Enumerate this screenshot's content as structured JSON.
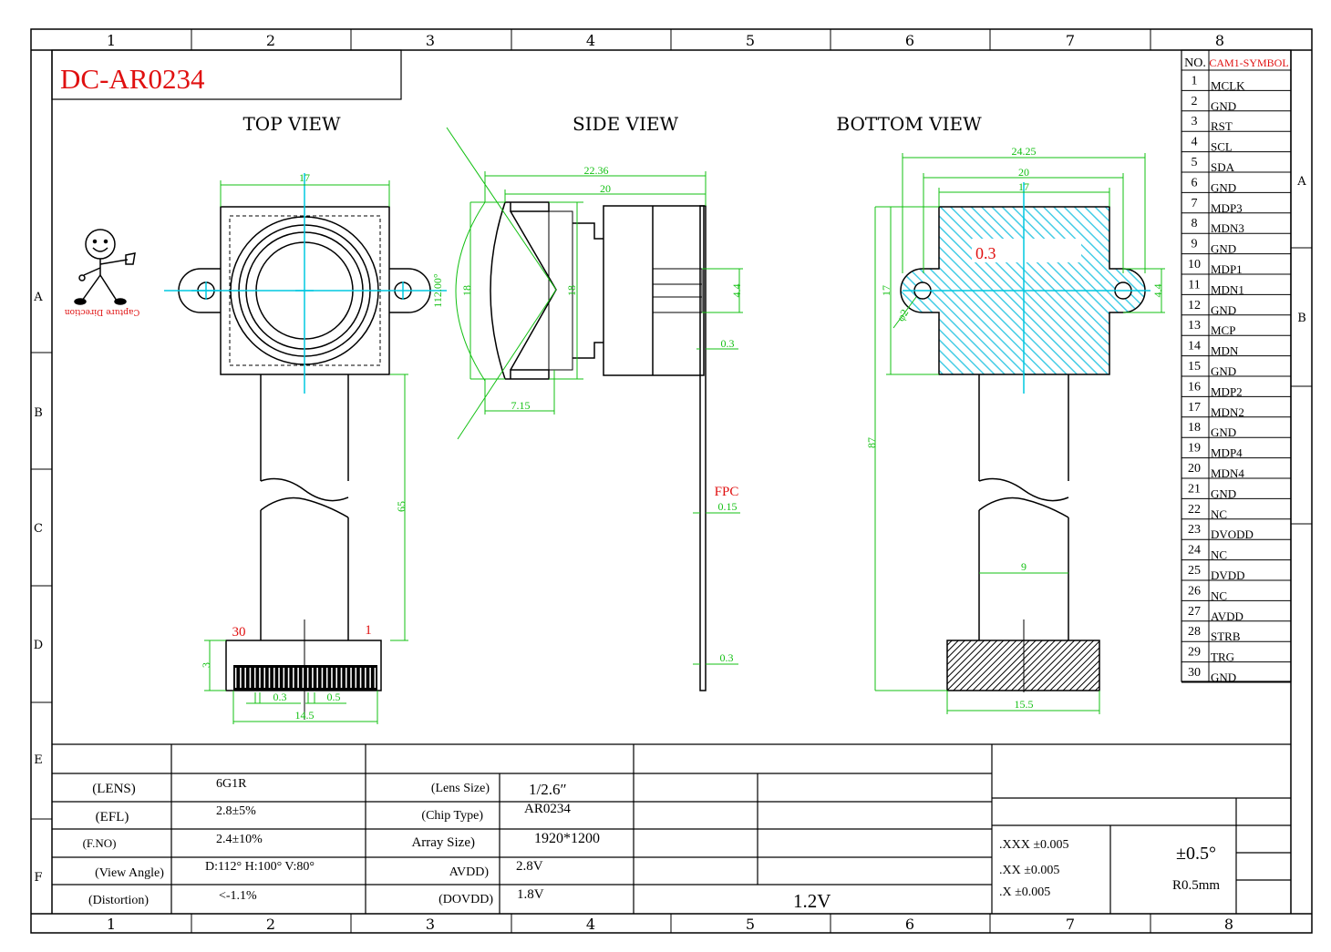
{
  "title": "DC-AR0234",
  "grid": {
    "cols": [
      "1",
      "2",
      "3",
      "4",
      "5",
      "6",
      "7",
      "8"
    ],
    "rows_left": [
      "A",
      "B",
      "C",
      "D",
      "E",
      "F"
    ],
    "rows_right": [
      "A",
      "B"
    ]
  },
  "views": {
    "top": "TOP VIEW",
    "side": "SIDE VIEW",
    "bottom": "BOTTOM VIEW"
  },
  "capture_direction": "Capture Direction",
  "dims": {
    "top_width": "17",
    "top_fpc_len": "65",
    "pin30": "30",
    "pin1": "1",
    "conn_h": "3",
    "pitch1": "0.3",
    "pitch2": "0.5",
    "conn_w": "14.5",
    "side_total": "22.36",
    "side_body": "20",
    "side_angle": "112.00°",
    "side_h1": "18",
    "side_h2": "18",
    "side_lens": "7.15",
    "side_44": "4.4",
    "side_03a": "0.3",
    "fpc_label": "FPC",
    "fpc_thk": "0.15",
    "side_03b": "0.3",
    "bot_total": "24.25",
    "bot_20": "20",
    "bot_17": "17",
    "bot_h17": "17",
    "bot_hole": "φ2",
    "bot_44": "4.4",
    "bot_len": "87",
    "bot_fpc_w": "9",
    "bot_conn_w": "15.5",
    "bot_note": "0.3"
  },
  "pin_table": {
    "header_no": "NO.",
    "header_symbol": "CAM1-SYMBOL",
    "pins": [
      {
        "no": "1",
        "sym": "MCLK"
      },
      {
        "no": "2",
        "sym": "GND"
      },
      {
        "no": "3",
        "sym": "RST"
      },
      {
        "no": "4",
        "sym": "SCL"
      },
      {
        "no": "5",
        "sym": "SDA"
      },
      {
        "no": "6",
        "sym": "GND"
      },
      {
        "no": "7",
        "sym": "MDP3"
      },
      {
        "no": "8",
        "sym": "MDN3"
      },
      {
        "no": "9",
        "sym": "GND"
      },
      {
        "no": "10",
        "sym": "MDP1"
      },
      {
        "no": "11",
        "sym": "MDN1"
      },
      {
        "no": "12",
        "sym": "GND"
      },
      {
        "no": "13",
        "sym": "MCP"
      },
      {
        "no": "14",
        "sym": "MDN"
      },
      {
        "no": "15",
        "sym": "GND"
      },
      {
        "no": "16",
        "sym": "MDP2"
      },
      {
        "no": "17",
        "sym": "MDN2"
      },
      {
        "no": "18",
        "sym": "GND"
      },
      {
        "no": "19",
        "sym": "MDP4"
      },
      {
        "no": "20",
        "sym": "MDN4"
      },
      {
        "no": "21",
        "sym": "GND"
      },
      {
        "no": "22",
        "sym": "NC"
      },
      {
        "no": "23",
        "sym": "DVODD"
      },
      {
        "no": "24",
        "sym": "NC"
      },
      {
        "no": "25",
        "sym": "DVDD"
      },
      {
        "no": "26",
        "sym": "NC"
      },
      {
        "no": "27",
        "sym": "AVDD"
      },
      {
        "no": "28",
        "sym": "STRB"
      },
      {
        "no": "29",
        "sym": "TRG"
      },
      {
        "no": "30",
        "sym": "GND"
      }
    ]
  },
  "spec_table": {
    "lens_label": "(LENS)",
    "lens_value": "6G1R",
    "efl_label": "(EFL)",
    "efl_value": "2.8±5%",
    "fno_label": "(F.NO)",
    "fno_value": "2.4±10%",
    "view_label": "(View Angle)",
    "view_value": "D:112° H:100° V:80°",
    "dist_label": "(Distortion)",
    "dist_value": "<-1.1%",
    "lens_size_label": "(Lens Size)",
    "lens_size_value": "1/2.6″",
    "chip_label": "(Chip Type)",
    "chip_value": "AR0234",
    "array_label": "Array Size)",
    "array_value": "1920*1200",
    "avdd_label": "AVDD)",
    "avdd_value": "2.8V",
    "dovdd_label": "(DOVDD)",
    "dovdd_value": "1.8V",
    "dvdd_value": "1.2V"
  },
  "tolerance": {
    "xxx": ".XXX ±0.005",
    "xx": ".XX ±0.005",
    "x": ".X ±0.005",
    "angle": "±0.5°",
    "radius": "R0.5mm"
  },
  "colors": {
    "line": "#000000",
    "dim": "#13c013",
    "center": "#00c8e0",
    "red": "#e01010",
    "hatch": "#6fd8ec"
  }
}
